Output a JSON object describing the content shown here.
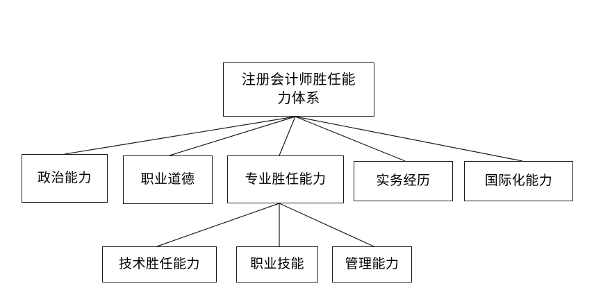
{
  "diagram": {
    "title": "注册会计师胜任能力体系",
    "type": "hierarchy-tree",
    "levels": 3,
    "colors": {
      "border": "#1a1a1a",
      "text": "#000000",
      "background": "#ffffff",
      "connector": "#1a1a1a"
    },
    "root": {
      "id": "root",
      "label": "注册会计师胜任能\n力体系",
      "level": 1
    },
    "level2": [
      {
        "id": "n1",
        "label": "政治能力",
        "level": 2
      },
      {
        "id": "n2",
        "label": "职业道德",
        "level": 2
      },
      {
        "id": "n3",
        "label": "专业胜任能力",
        "level": 2
      },
      {
        "id": "n4",
        "label": "实务经历",
        "level": 2
      },
      {
        "id": "n5",
        "label": "国际化能力",
        "level": 2
      }
    ],
    "level3": [
      {
        "id": "n3a",
        "label": "技术胜任能力",
        "level": 3,
        "parent": "n3"
      },
      {
        "id": "n3b",
        "label": "职业技能",
        "level": 3,
        "parent": "n3"
      },
      {
        "id": "n3c",
        "label": "管理能力",
        "level": 3,
        "parent": "n3"
      }
    ],
    "edges": [
      {
        "from": "root",
        "to": "n1"
      },
      {
        "from": "root",
        "to": "n2"
      },
      {
        "from": "root",
        "to": "n3"
      },
      {
        "from": "root",
        "to": "n4"
      },
      {
        "from": "root",
        "to": "n5"
      },
      {
        "from": "n3",
        "to": "n3a"
      },
      {
        "from": "n3",
        "to": "n3b"
      },
      {
        "from": "n3",
        "to": "n3c"
      }
    ]
  }
}
